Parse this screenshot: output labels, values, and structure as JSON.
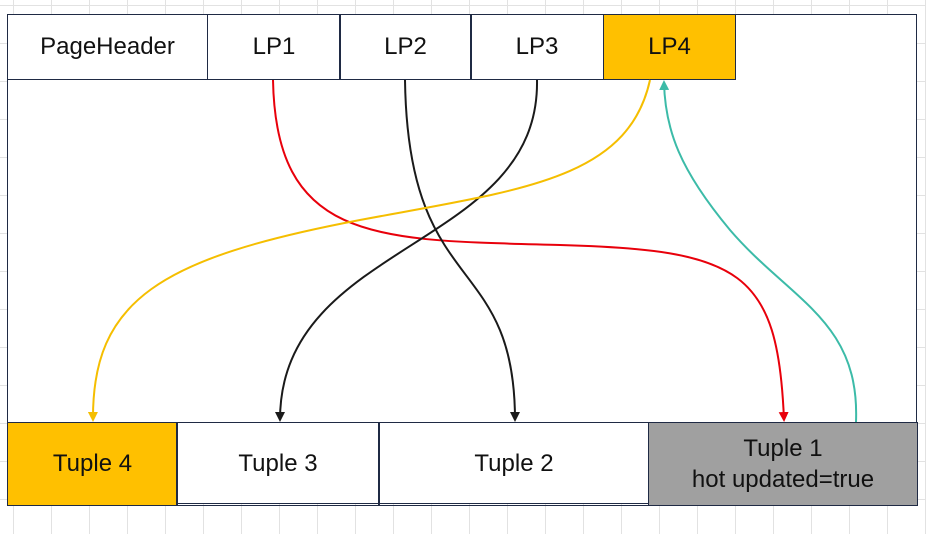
{
  "header_row": {
    "page_header": "PageHeader",
    "line_pointers": [
      "LP1",
      "LP2",
      "LP3",
      "LP4"
    ]
  },
  "tuple_row": {
    "tuple4": "Tuple 4",
    "tuple3": "Tuple 3",
    "tuple2": "Tuple 2",
    "tuple1_line1": "Tuple 1",
    "tuple1_line2": "hot updated=true"
  },
  "colors": {
    "highlight": "#FFC000",
    "hot_tuple": "#A0A0A0",
    "border": "#1F2A44",
    "lp1_arrow": "#E8000B",
    "lp2_arrow": "#1A1A1A",
    "lp3_arrow": "#1A1A1A",
    "lp4_arrow": "#F5BE00",
    "hot_chain_arrow": "#3CBBA8"
  }
}
